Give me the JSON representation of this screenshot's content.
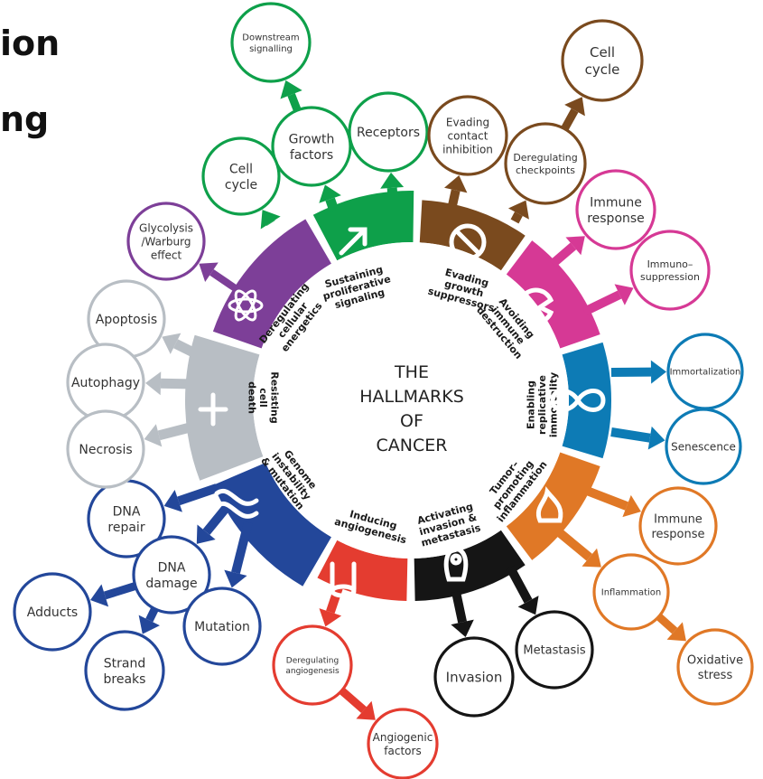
{
  "heading": {
    "line1": "ion",
    "line2": "ng"
  },
  "center": {
    "lines": [
      "THE",
      "HALLMARKS",
      "OF",
      "CANCER"
    ]
  },
  "hallmarks": [
    {
      "key": "proliferative",
      "label": [
        "Sustaining",
        "proliferative",
        "signaling"
      ],
      "icon": "arrow-icon",
      "color": "#0ea04a"
    },
    {
      "key": "growth-suppressors",
      "label": [
        "Evading",
        "growth",
        "suppressors"
      ],
      "icon": "prohibition-icon",
      "color": "#7a4a1e"
    },
    {
      "key": "immune-destruction",
      "label": [
        "Avoiding",
        "immune",
        "destruction"
      ],
      "icon": "pacman-cell-icon",
      "color": "#d63995"
    },
    {
      "key": "replicative-immortality",
      "label": [
        "Enabling",
        "replicative",
        "immortality"
      ],
      "icon": "infinity-icon",
      "color": "#0d7bb5"
    },
    {
      "key": "inflammation",
      "label": [
        "Tumor–",
        "promoting",
        "inflammation"
      ],
      "icon": "flame-icon",
      "color": "#e07826"
    },
    {
      "key": "invasion",
      "label": [
        "Activating",
        "invasion &",
        "metastasis"
      ],
      "icon": "cell-invasion-icon",
      "color": "#151515"
    },
    {
      "key": "angiogenesis",
      "label": [
        "Inducing",
        "angiogenesis"
      ],
      "icon": "vessel-icon",
      "color": "#e43c30"
    },
    {
      "key": "genome-instability",
      "label": [
        "Genome",
        "instability",
        "& mutation"
      ],
      "icon": "dna-icon",
      "color": "#23479a"
    },
    {
      "key": "cell-death",
      "label": [
        "Resisting",
        "cell",
        "death"
      ],
      "icon": "cross-icon",
      "color": "#b8bec4"
    },
    {
      "key": "cellular-energetics",
      "label": [
        "Deregulating",
        "cellular",
        "energetics"
      ],
      "icon": "atom-icon",
      "color": "#7d3f98"
    }
  ],
  "nodes": [
    {
      "key": "downstream-signalling",
      "lines": [
        "Downstream",
        "signalling"
      ],
      "color": "#0ea04a"
    },
    {
      "key": "growth-factors",
      "lines": [
        "Growth",
        "factors"
      ],
      "color": "#0ea04a"
    },
    {
      "key": "receptors",
      "lines": [
        "Receptors"
      ],
      "color": "#0ea04a"
    },
    {
      "key": "cell-cycle-green",
      "lines": [
        "Cell",
        "cycle"
      ],
      "color": "#0ea04a"
    },
    {
      "key": "evading-contact-inhibition",
      "lines": [
        "Evading",
        "contact",
        "inhibition"
      ],
      "color": "#7a4a1e"
    },
    {
      "key": "deregulating-checkpoints",
      "lines": [
        "Deregulating",
        "checkpoints"
      ],
      "color": "#7a4a1e"
    },
    {
      "key": "cell-cycle-brown",
      "lines": [
        "Cell",
        "cycle"
      ],
      "color": "#7a4a1e"
    },
    {
      "key": "immune-response-pink",
      "lines": [
        "Immune",
        "response"
      ],
      "color": "#d63995"
    },
    {
      "key": "immunosuppression",
      "lines": [
        "Immuno–",
        "suppression"
      ],
      "color": "#d63995"
    },
    {
      "key": "immortalization",
      "lines": [
        "Immortalization"
      ],
      "color": "#0d7bb5"
    },
    {
      "key": "senescence",
      "lines": [
        "Senescence"
      ],
      "color": "#0d7bb5"
    },
    {
      "key": "immune-response-orange",
      "lines": [
        "Immune",
        "response"
      ],
      "color": "#e07826"
    },
    {
      "key": "inflammation",
      "lines": [
        "Inflammation"
      ],
      "color": "#e07826"
    },
    {
      "key": "oxidative-stress",
      "lines": [
        "Oxidative",
        "stress"
      ],
      "color": "#e07826"
    },
    {
      "key": "metastasis",
      "lines": [
        "Metastasis"
      ],
      "color": "#151515"
    },
    {
      "key": "invasion",
      "lines": [
        "Invasion"
      ],
      "color": "#151515"
    },
    {
      "key": "deregulating-angiogenesis",
      "lines": [
        "Deregulating",
        "angiogenesis"
      ],
      "color": "#e43c30"
    },
    {
      "key": "angiogenic-factors",
      "lines": [
        "Angiogenic",
        "factors"
      ],
      "color": "#e43c30"
    },
    {
      "key": "dna-repair",
      "lines": [
        "DNA",
        "repair"
      ],
      "color": "#23479a"
    },
    {
      "key": "dna-damage",
      "lines": [
        "DNA",
        "damage"
      ],
      "color": "#23479a"
    },
    {
      "key": "adducts",
      "lines": [
        "Adducts"
      ],
      "color": "#23479a"
    },
    {
      "key": "mutation",
      "lines": [
        "Mutation"
      ],
      "color": "#23479a"
    },
    {
      "key": "strand-breaks",
      "lines": [
        "Strand",
        "breaks"
      ],
      "color": "#23479a"
    },
    {
      "key": "apoptosis",
      "lines": [
        "Apoptosis"
      ],
      "color": "#b8bec4"
    },
    {
      "key": "autophagy",
      "lines": [
        "Autophagy"
      ],
      "color": "#b8bec4"
    },
    {
      "key": "necrosis",
      "lines": [
        "Necrosis"
      ],
      "color": "#b8bec4"
    },
    {
      "key": "glycolysis-warburg",
      "lines": [
        "Glycolysis",
        "/Warburg",
        "effect"
      ],
      "color": "#7d3f98"
    }
  ]
}
